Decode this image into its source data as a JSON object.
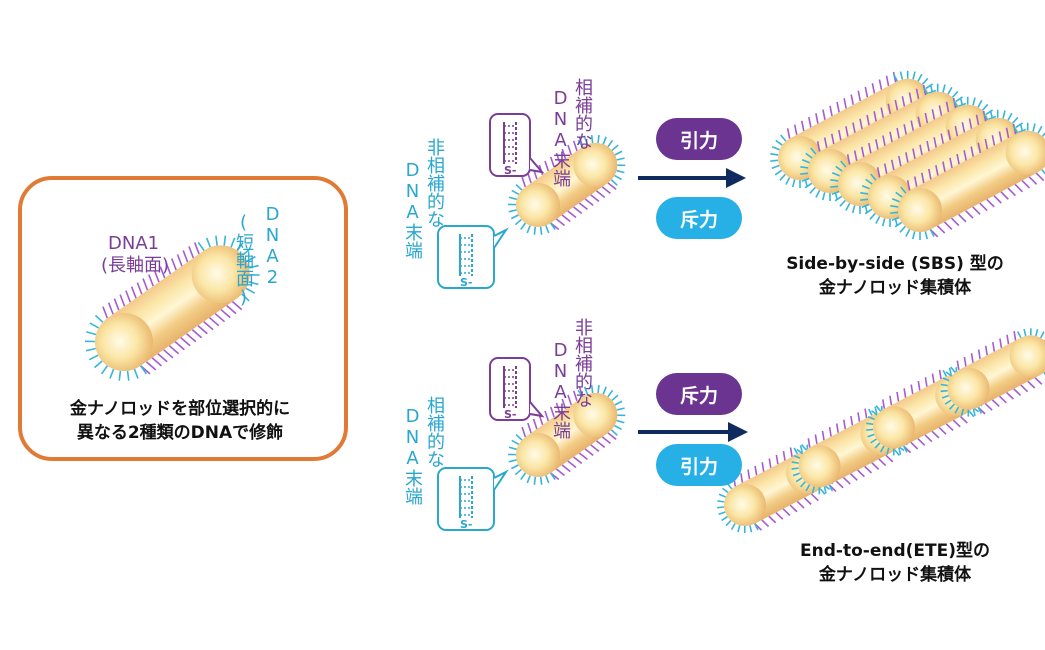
{
  "left_panel": {
    "dna1_label": "DNA1",
    "dna1_sub": "(長軸面)",
    "dna2_label": "DNA2",
    "dna2_sub": "(短軸面)",
    "caption_line1": "金ナノロッドを部位選択的に",
    "caption_line2": "異なる2種類のDNAで修飾"
  },
  "top_row": {
    "complementary_label_line1": "相補的な",
    "complementary_label_line2": "DNA末端",
    "noncomplementary_label_line1": "非相補的な",
    "noncomplementary_label_line2": "DNA末端",
    "attraction_label": "引力",
    "repulsion_label": "斥力",
    "result_line1": "Side-by-side (SBS) 型の",
    "result_line2": "金ナノロッド集積体"
  },
  "bottom_row": {
    "noncomplementary_label_line1": "非相補的な",
    "noncomplementary_label_line2": "DNA末端",
    "complementary_label_line1": "相補的な",
    "complementary_label_line2": "DNA末端",
    "repulsion_label": "斥力",
    "attraction_label": "引力",
    "result_line1": "End-to-end(ETE)型の",
    "result_line2": "金ナノロッド集積体"
  },
  "colors": {
    "frame": "#e07a35",
    "dna_long": "#a65bd0",
    "dna_short": "#37b5da",
    "attraction": "#6a3490",
    "repulsion": "#26b0e6",
    "arrow": "#0f2a5e"
  }
}
